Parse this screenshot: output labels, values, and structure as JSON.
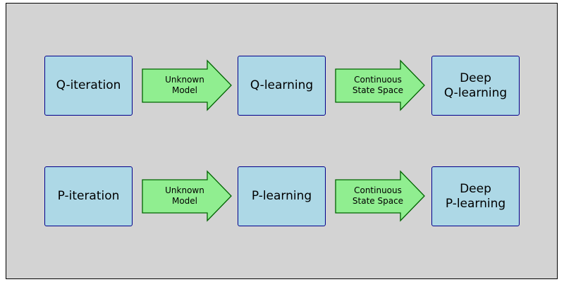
{
  "colors": {
    "background": "#d3d3d3",
    "box_fill": "#add8e6",
    "box_border": "#00008b",
    "arrow_fill": "#90ee90",
    "arrow_border": "#006400"
  },
  "rows": [
    {
      "nodes": [
        "Q-iteration",
        "Q-learning",
        "Deep\nQ-learning"
      ],
      "arrows": [
        "Unknown\nModel",
        "Continuous\nState Space"
      ]
    },
    {
      "nodes": [
        "P-iteration",
        "P-learning",
        "Deep\nP-learning"
      ],
      "arrows": [
        "Unknown\nModel",
        "Continuous\nState Space"
      ]
    }
  ]
}
